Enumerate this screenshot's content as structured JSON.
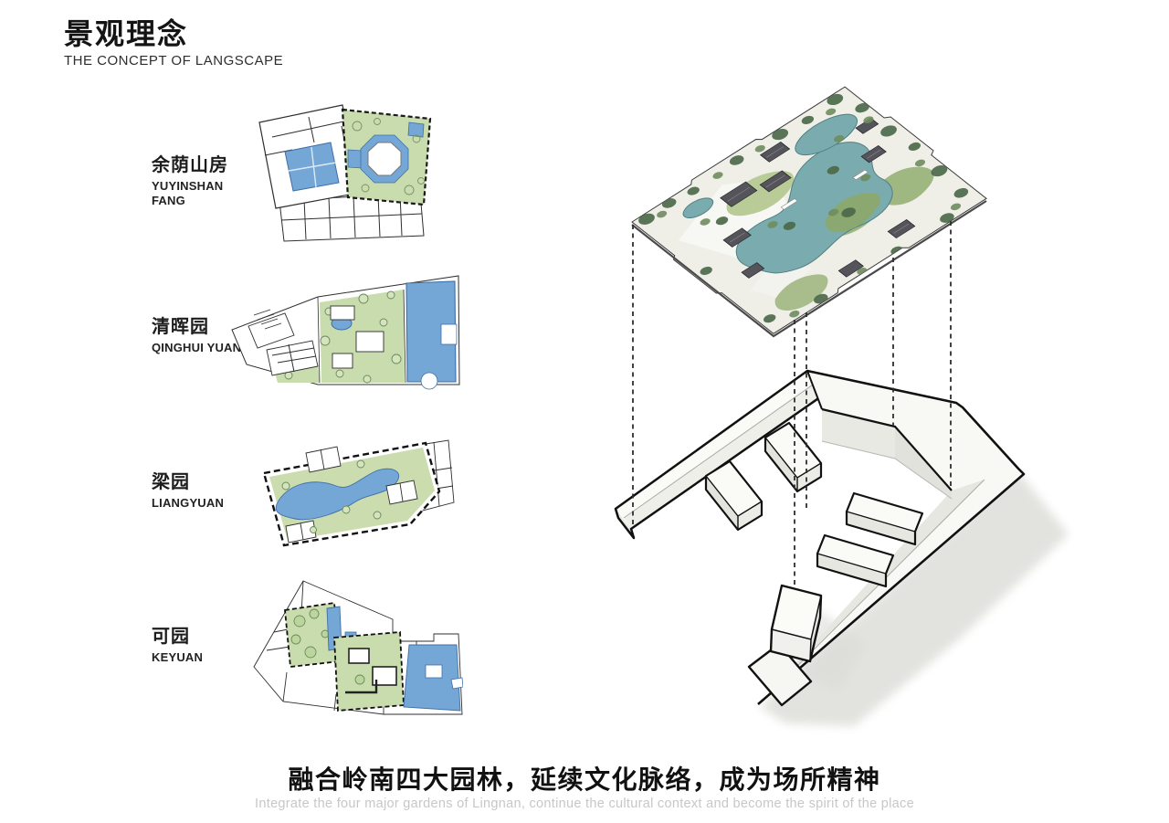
{
  "header": {
    "title_cn": "景观理念",
    "title_en": "THE CONCEPT OF LANGSCAPE"
  },
  "gardens": [
    {
      "name_cn": "余荫山房",
      "name_en": "YUYINSHAN FANG"
    },
    {
      "name_cn": "清晖园",
      "name_en": "QINGHUI YUAN"
    },
    {
      "name_cn": "梁园",
      "name_en": "LIANGYUAN"
    },
    {
      "name_cn": "可园",
      "name_en": "KEYUAN"
    }
  ],
  "footer": {
    "caption_cn": "融合岭南四大园林，延续文化脉络，成为场所精神",
    "caption_en": "Integrate the four major gardens of Lingnan, continue the cultural context and become the spirit of the place"
  },
  "colors": {
    "water_blue": "#74A6D6",
    "garden_green": "#C8DCAE",
    "masterplan_teal": "#7AACAF",
    "masterplan_ground": "#EFEFE8",
    "model_face": "#F8F8F5",
    "model_shade": "#E7E7E2",
    "outline": "#111111",
    "caption_gray": "#C7C7C7"
  }
}
